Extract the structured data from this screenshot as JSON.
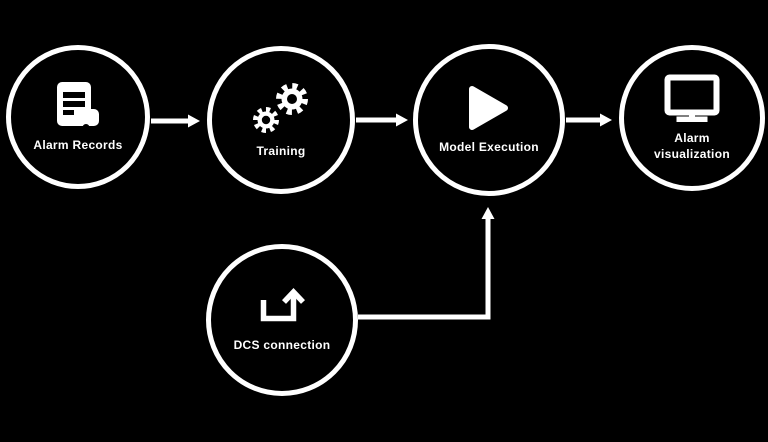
{
  "canvas": {
    "background_color": "#000000",
    "foreground_color": "#ffffff"
  },
  "diagram": {
    "type": "flowchart",
    "nodes": [
      {
        "id": "alarm-records",
        "label": "Alarm Records",
        "icon": "document-icon",
        "shape": "circle"
      },
      {
        "id": "training",
        "label": "Training",
        "icon": "gears-icon",
        "shape": "circle"
      },
      {
        "id": "model-execution",
        "label": "Model Execution",
        "icon": "play-icon",
        "shape": "circle"
      },
      {
        "id": "alarm-visualization",
        "label": "Alarm visualization",
        "icon": "monitor-icon",
        "shape": "circle"
      },
      {
        "id": "dcs-connection",
        "label": "DCS connection",
        "icon": "upload-icon",
        "shape": "circle"
      }
    ],
    "connections": [
      {
        "from": "alarm-records",
        "to": "training",
        "style": "straight-arrow"
      },
      {
        "from": "training",
        "to": "model-execution",
        "style": "straight-arrow"
      },
      {
        "from": "model-execution",
        "to": "alarm-visualization",
        "style": "straight-arrow"
      },
      {
        "from": "dcs-connection",
        "to": "model-execution",
        "style": "elbow-arrow-up"
      }
    ]
  }
}
